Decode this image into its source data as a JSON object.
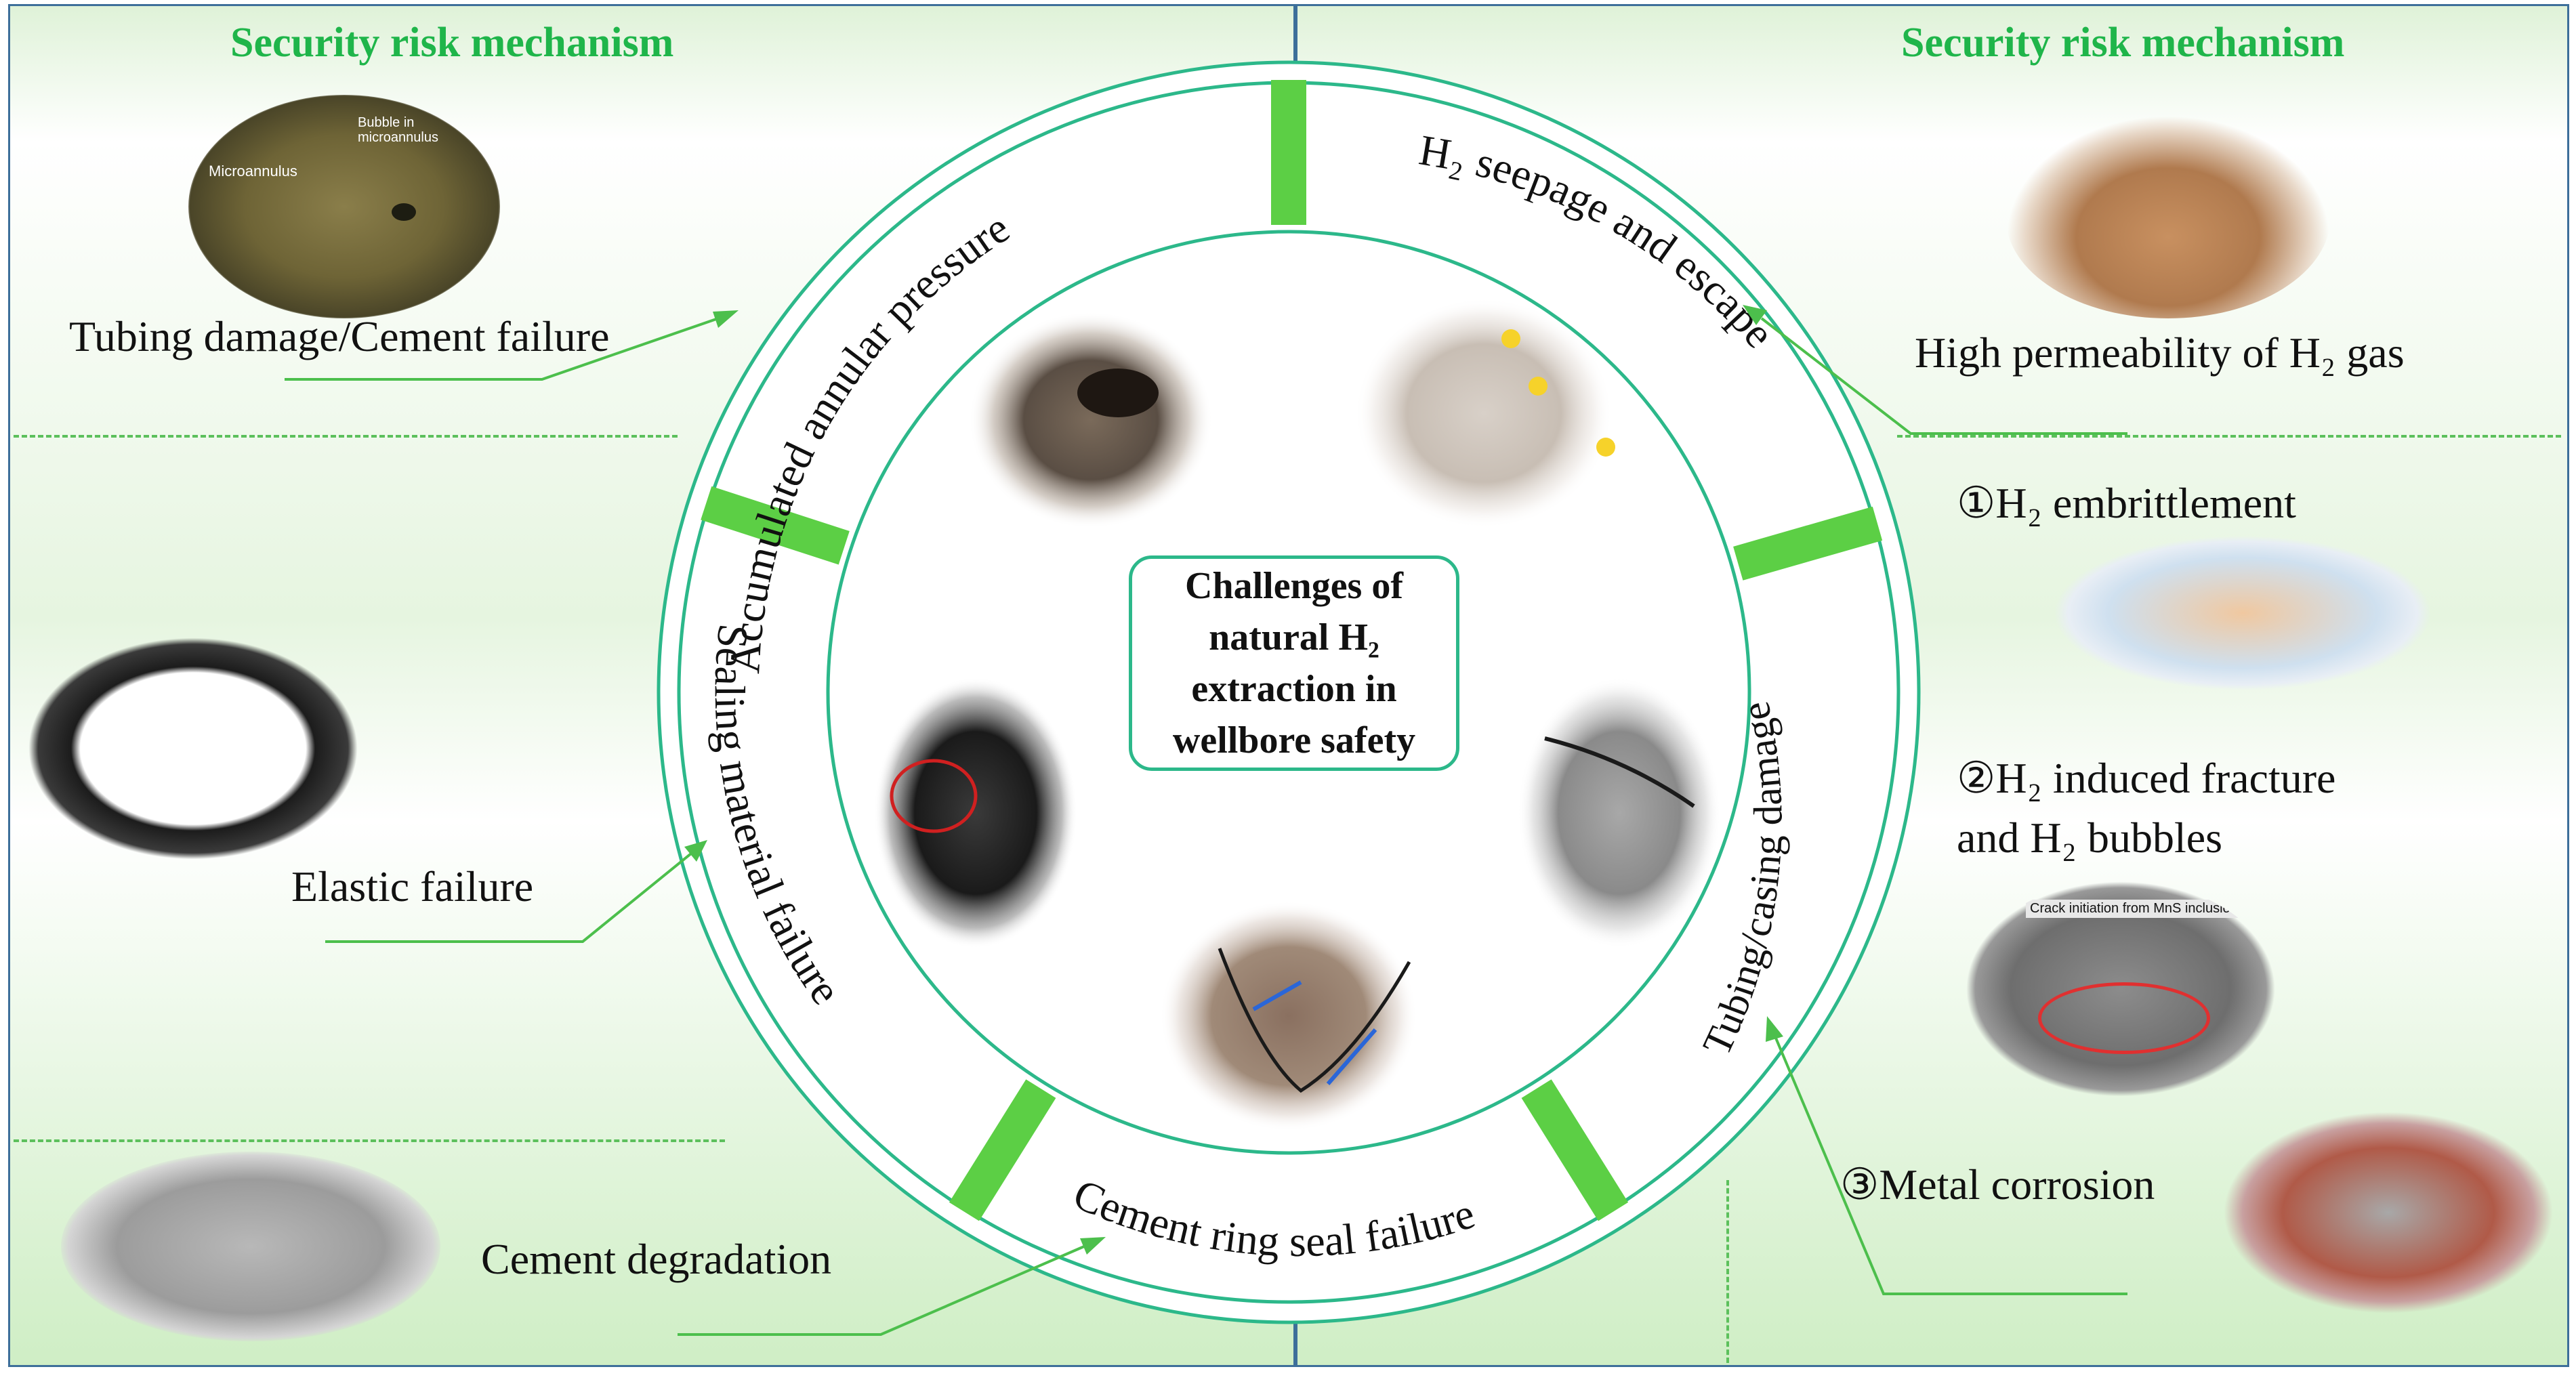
{
  "left_heading": "Security risk mechanism",
  "right_heading": "Security risk mechanism",
  "left_labels": {
    "tubing_cement": "Tubing damage/Cement failure",
    "elastic": "Elastic failure",
    "cement_degradation": "Cement degradation"
  },
  "right_labels": {
    "permeability": "High permeability of H₂ gas",
    "embrittlement": "①H₂ embrittlement",
    "fracture_line1": "②H₂ induced fracture",
    "fracture_line2": "and H₂ bubbles",
    "corrosion": "③Metal corrosion"
  },
  "ring_labels": {
    "annular": "Accumulated annular pressure",
    "seepage": "H₂ seepage and escape",
    "tubing_casing": "Tubing/casing damage",
    "cement_ring": "Cement ring seal failure",
    "sealing": "Sealing material failure"
  },
  "center": {
    "line1": "Challenges of",
    "line2": "natural H₂",
    "line3": "extraction in",
    "line4": "wellbore safety"
  },
  "photo_texts": {
    "micro1": "Bubble in",
    "micro2": "microannulus",
    "micro3": "Microannulus",
    "crack": "Crack initiation from MnS inclusion"
  },
  "colors": {
    "heading_green": "#1fb54a",
    "ring_green": "#2cb88a",
    "bar_green": "#5ccf45",
    "border_blue": "#3d6f9a"
  }
}
